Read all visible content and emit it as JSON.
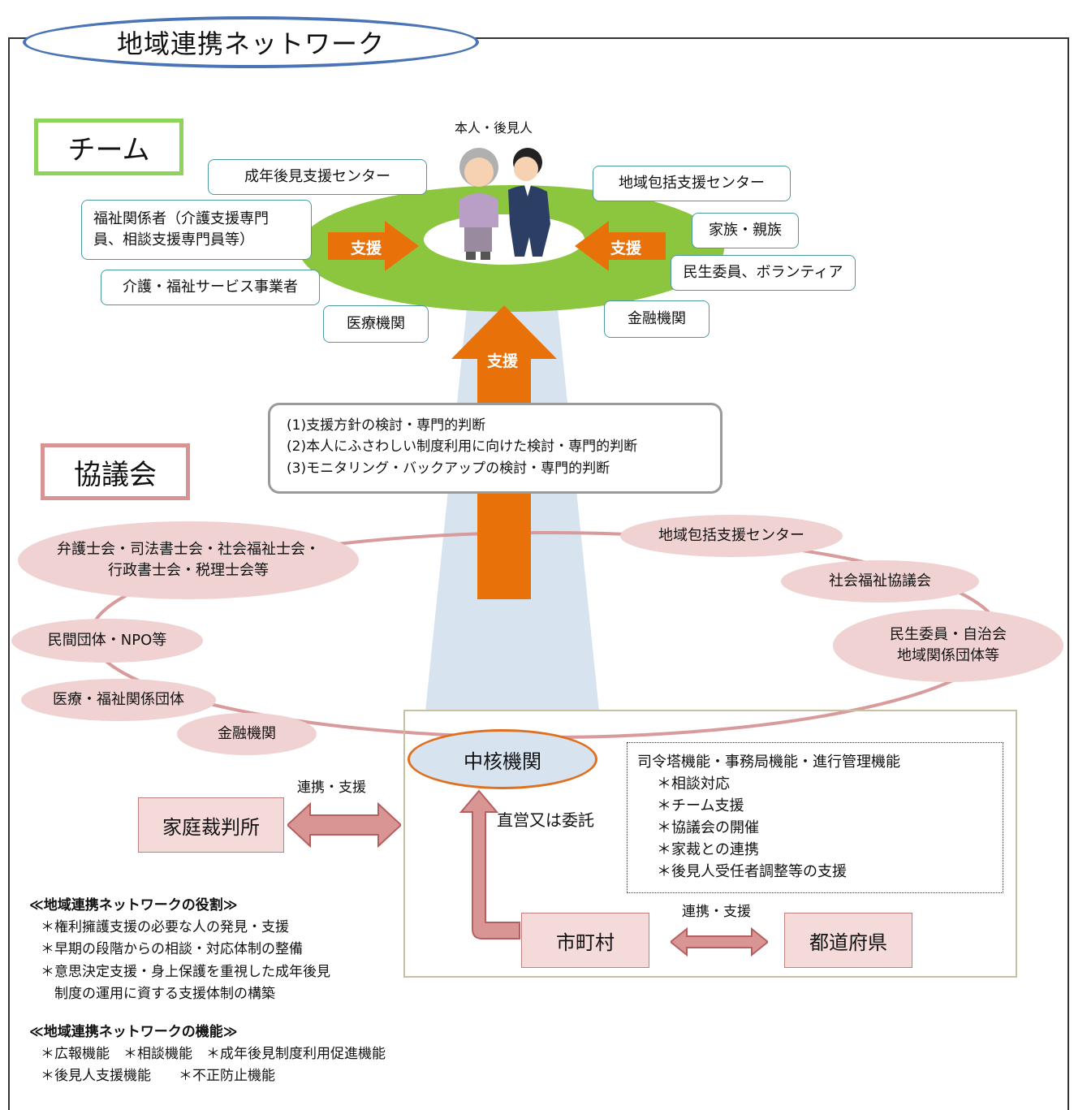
{
  "title": "地域連携ネットワーク",
  "team": {
    "label": "チーム",
    "person_label": "本人・後見人",
    "support_label": "支援",
    "members": {
      "center": "成年後見支援センター",
      "welfare": "福祉関係者（介護支援専門員、相談支援専門員等）",
      "welfare_line1": "福祉関係者（介護支援専門",
      "welfare_line2": "員、相談支援専門員等）",
      "care": "介護・福祉サービス事業者",
      "medical": "医療機関",
      "community_center": "地域包括支援センター",
      "family": "家族・親族",
      "volunteer": "民生委員、ボランティア",
      "finance": "金融機関"
    }
  },
  "judgments": [
    "(1)支援方針の検討・専門的判断",
    "(2)本人にふさわしい制度利用に向けた検討・専門的判断",
    "(3)モニタリング・バックアップの検討・専門的判断"
  ],
  "council": {
    "label": "協議会",
    "members": {
      "lawyers_line1": "弁護士会・司法書士会・社会福祉士会・",
      "lawyers_line2": "行政書士会・税理士会等",
      "npo": "民間団体・NPO等",
      "medical_welfare": "医療・福祉関係団体",
      "finance": "金融機関",
      "community_center": "地域包括支援センター",
      "social_welfare": "社会福祉協議会",
      "local_line1": "民生委員・自治会",
      "local_line2": "地域関係団体等"
    }
  },
  "core": {
    "label": "中核機関",
    "operation": "直営又は委託",
    "functions_title": "司令塔機能・事務局機能・進行管理機能",
    "functions": [
      "＊相談対応",
      "＊チーム支援",
      "＊協議会の開催",
      "＊家裁との連携",
      "＊後見人受任者調整等の支援"
    ]
  },
  "entities": {
    "court": "家庭裁判所",
    "city": "市町村",
    "prefecture": "都道府県",
    "link_label_court": "連携・支援",
    "link_label_pref": "連携・支援"
  },
  "roles": {
    "heading": "≪地域連携ネットワークの役割≫",
    "items": [
      "＊権利擁護支援の必要な人の発見・支援",
      "＊早期の段階からの相談・対応体制の整備",
      "＊意思決定支援・身上保護を重視した成年後見",
      "　制度の運用に資する支援体制の構築"
    ]
  },
  "functions": {
    "heading": "≪地域連携ネットワークの機能≫",
    "line1": "＊広報機能　＊相談機能　＊成年後見制度利用促進機能",
    "line2": "＊後見人支援機能　　＊不正防止機能"
  },
  "colors": {
    "green": "#8cc63f",
    "orange": "#e8710a",
    "pink": "#f0d2d2",
    "beam": "#d8e3f0",
    "title_border": "#4a74b5"
  }
}
